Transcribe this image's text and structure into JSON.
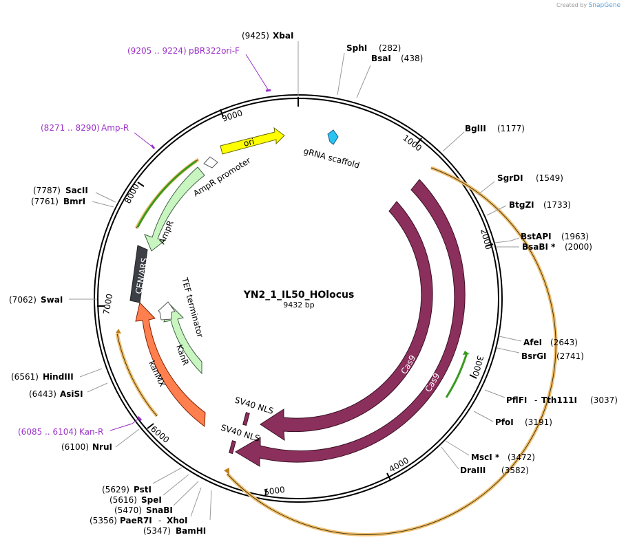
{
  "branding": {
    "prefix": "Created by",
    "name": "SnapGene"
  },
  "plasmid": {
    "name": "YN2_1_IL50_HOlocus",
    "length_label": "9432 bp",
    "length": 9432
  },
  "ticks": [
    "1000",
    "2000",
    "3000",
    "4000",
    "5000",
    "6000",
    "7000",
    "8000",
    "9000"
  ],
  "features": {
    "ori": "ori",
    "grna": "gRNA scaffold",
    "amppromoter": "AmpR promoter",
    "ampr": "AmpR",
    "cenars": "CEN/ARS",
    "teft": "TEF terminator",
    "kanr": "KanR",
    "kanmx": "kanMX",
    "cas9_inner": "Cas9",
    "cas9_outer": "Cas9",
    "nls_inner": "SV40 NLS",
    "nls_outer": "SV40 NLS"
  },
  "primers": [
    {
      "pos": "(9205 .. 9224)",
      "name": "pBR322ori-F"
    },
    {
      "pos": "(8271 .. 8290)",
      "name": "Amp-R"
    },
    {
      "pos": "(6085 .. 6104)",
      "name": "Kan-R"
    }
  ],
  "sites": [
    {
      "name": "XbaI",
      "pos": "(9425)"
    },
    {
      "name": "SphI",
      "pos": "(282)"
    },
    {
      "name": "BsaI",
      "pos": "(438)"
    },
    {
      "name": "BglII",
      "pos": "(1177)"
    },
    {
      "name": "SgrDI",
      "pos": "(1549)"
    },
    {
      "name": "BtgZI",
      "pos": "(1733)"
    },
    {
      "name": "BstAPI",
      "pos": "(1963)"
    },
    {
      "name": "BsaBI *",
      "pos": "(2000)"
    },
    {
      "name": "AfeI",
      "pos": "(2643)"
    },
    {
      "name": "BsrGI",
      "pos": "(2741)"
    },
    {
      "name": "PflFI",
      "sep": "-",
      "name2": "Tth111I",
      "pos": "(3037)"
    },
    {
      "name": "PfoI",
      "pos": "(3191)"
    },
    {
      "name": "MscI *",
      "pos": "(3472)"
    },
    {
      "name": "DraIII",
      "pos": "(3582)"
    },
    {
      "name": "BamHI",
      "pos": "(5347)"
    },
    {
      "name": "PaeR7I",
      "sep": "-",
      "name2": "XhoI",
      "pos": "(5356)"
    },
    {
      "name": "SnaBI",
      "pos": "(5470)"
    },
    {
      "name": "SpeI",
      "pos": "(5616)"
    },
    {
      "name": "PstI",
      "pos": "(5629)"
    },
    {
      "name": "NruI",
      "pos": "(6100)"
    },
    {
      "name": "AsiSI",
      "pos": "(6443)"
    },
    {
      "name": "HindIII",
      "pos": "(6561)"
    },
    {
      "name": "SwaI",
      "pos": "(7062)"
    },
    {
      "name": "BmrI",
      "pos": "(7761)"
    },
    {
      "name": "SacII",
      "pos": "(7787)"
    }
  ],
  "colors": {
    "backbone": "#000000",
    "ori": "#ffff00",
    "grna": "#29c4f2",
    "marker": "#c8f5c0",
    "cenars": "#3c3f45",
    "kanmx": "#ff7f4f",
    "cas9": "#8b2f5c",
    "orf": "#f0c070",
    "primer": "#9b30c8"
  }
}
